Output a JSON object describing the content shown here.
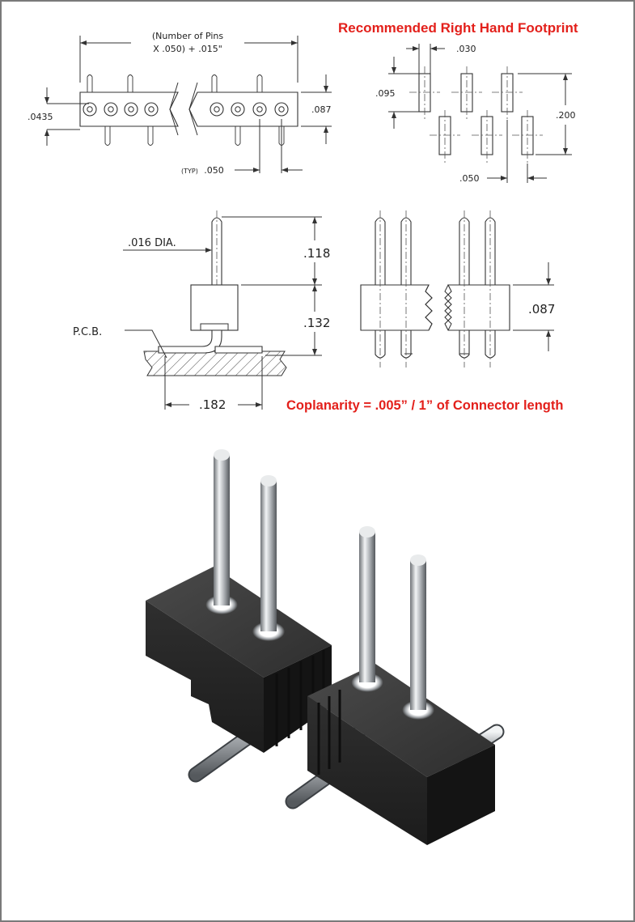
{
  "top_left_drawing": {
    "length_formula_line1": "(Number of Pins",
    "length_formula_line2": "X .050) + .015\"",
    "left_dim": ".0435",
    "right_dim": ".087",
    "pitch_typ_prefix": "(TYP)",
    "pitch": ".050"
  },
  "footprint": {
    "title": "Recommended Right Hand Footprint",
    "pad_width": ".030",
    "pad_length": ".095",
    "row_spacing": ".200",
    "pitch": ".050"
  },
  "side_view": {
    "pin_diameter": ".016 DIA.",
    "pin_height": ".118",
    "body_height": ".132",
    "pcb_label": "P.C.B.",
    "footprint_depth": ".182"
  },
  "front_view": {
    "body_height": ".087"
  },
  "note": "Coplanarity = .005” / 1” of Connector length",
  "colors": {
    "accent_red": "#e3201b",
    "connector_body": "#2a2a2a",
    "pin_metal": "#b8bcc0"
  }
}
